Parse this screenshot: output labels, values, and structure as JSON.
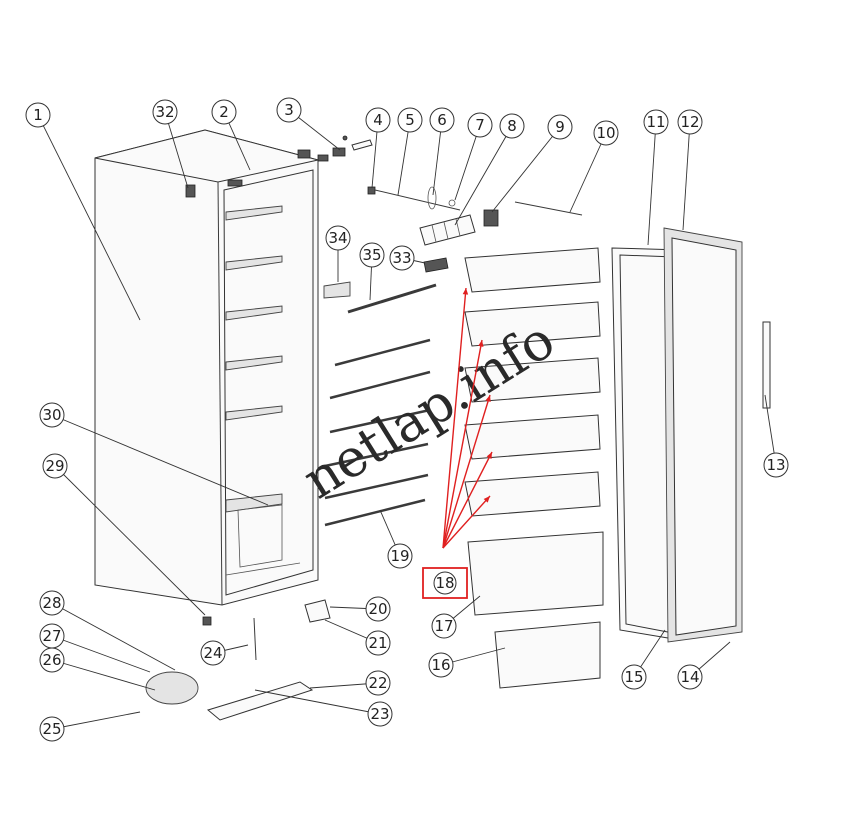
{
  "watermark": "netlap.info",
  "highlight_color": "#e02020",
  "callouts": [
    {
      "id": "c1",
      "label": "1"
    },
    {
      "id": "c2",
      "label": "2"
    },
    {
      "id": "c3",
      "label": "3"
    },
    {
      "id": "c4",
      "label": "4"
    },
    {
      "id": "c5",
      "label": "5"
    },
    {
      "id": "c6",
      "label": "6"
    },
    {
      "id": "c7",
      "label": "7"
    },
    {
      "id": "c8",
      "label": "8"
    },
    {
      "id": "c9",
      "label": "9"
    },
    {
      "id": "c10",
      "label": "10"
    },
    {
      "id": "c11",
      "label": "11"
    },
    {
      "id": "c12",
      "label": "12"
    },
    {
      "id": "c13",
      "label": "13"
    },
    {
      "id": "c14",
      "label": "14"
    },
    {
      "id": "c15",
      "label": "15"
    },
    {
      "id": "c16",
      "label": "16"
    },
    {
      "id": "c17",
      "label": "17"
    },
    {
      "id": "c18",
      "label": "18"
    },
    {
      "id": "c19",
      "label": "19"
    },
    {
      "id": "c20",
      "label": "20"
    },
    {
      "id": "c21",
      "label": "21"
    },
    {
      "id": "c22",
      "label": "22"
    },
    {
      "id": "c23",
      "label": "23"
    },
    {
      "id": "c24",
      "label": "24"
    },
    {
      "id": "c25",
      "label": "25"
    },
    {
      "id": "c26",
      "label": "26"
    },
    {
      "id": "c27",
      "label": "27"
    },
    {
      "id": "c28",
      "label": "28"
    },
    {
      "id": "c29",
      "label": "29"
    },
    {
      "id": "c30",
      "label": "30"
    },
    {
      "id": "c32",
      "label": "32"
    },
    {
      "id": "c33",
      "label": "33"
    },
    {
      "id": "c34",
      "label": "34"
    },
    {
      "id": "c35",
      "label": "35"
    }
  ]
}
